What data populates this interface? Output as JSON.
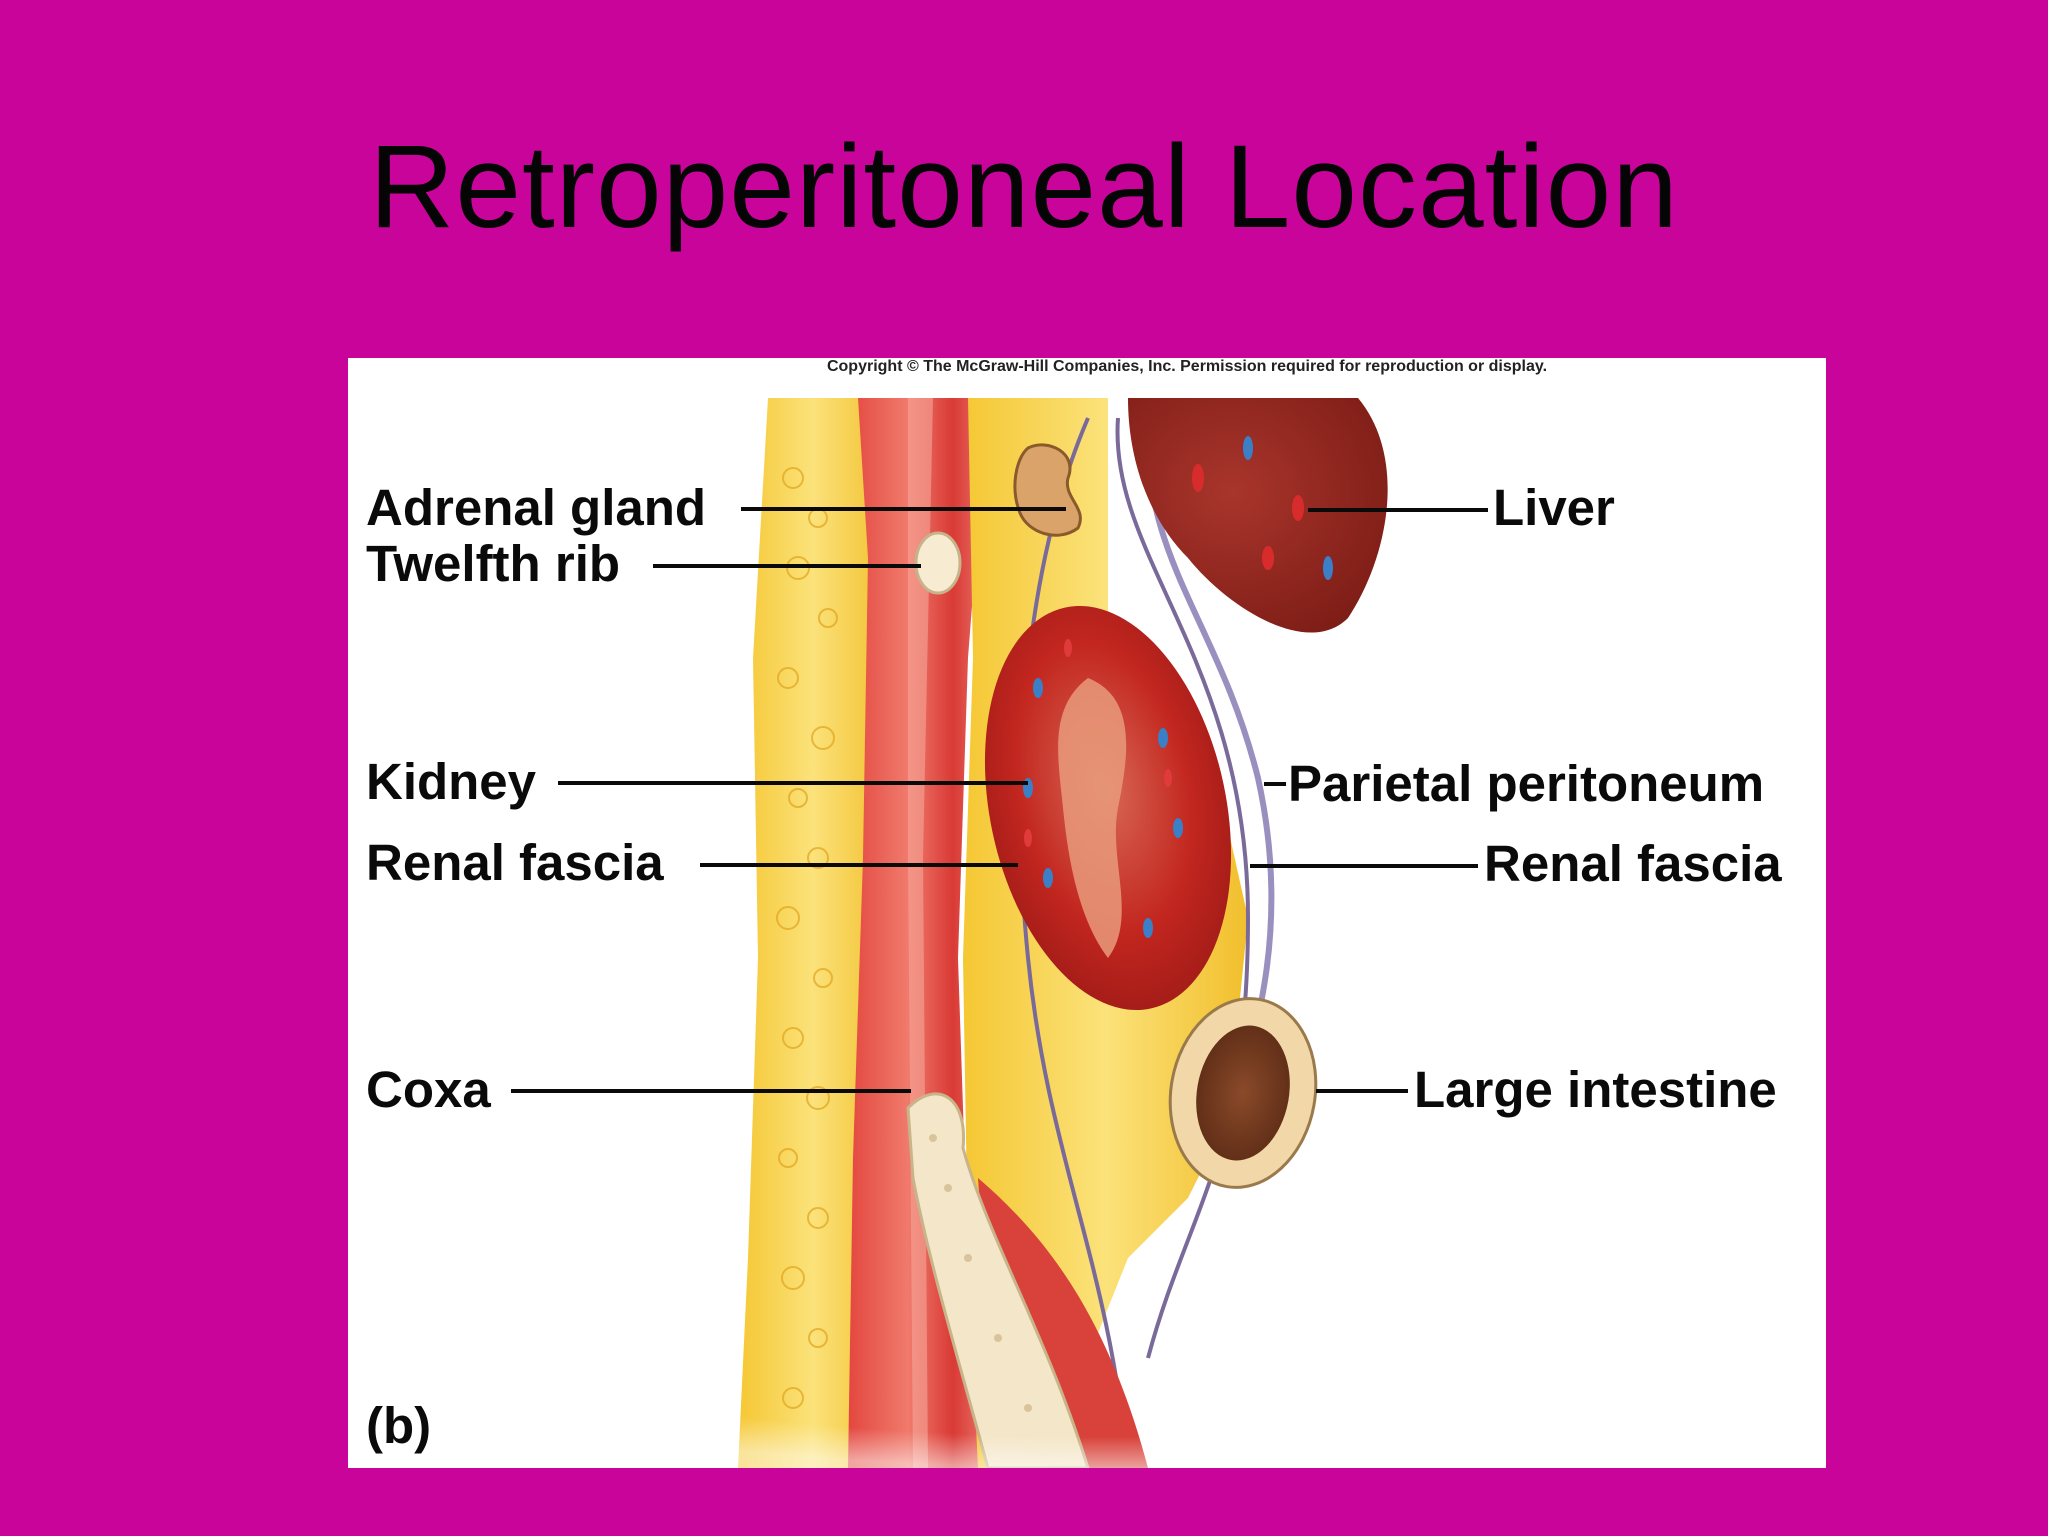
{
  "slide": {
    "title": "Retroperitoneal Location",
    "background_color": "#c8049a"
  },
  "figure": {
    "copyright": "Copyright © The McGraw-Hill Companies, Inc. Permission required for reproduction or display.",
    "panel_letter": "(b)",
    "labels_left": [
      "Adrenal gland",
      "Twelfth rib",
      "Kidney",
      "Renal fascia",
      "Coxa"
    ],
    "labels_right": [
      "Liver",
      "Parietal peritoneum",
      "Renal fascia",
      "Large intestine"
    ]
  }
}
